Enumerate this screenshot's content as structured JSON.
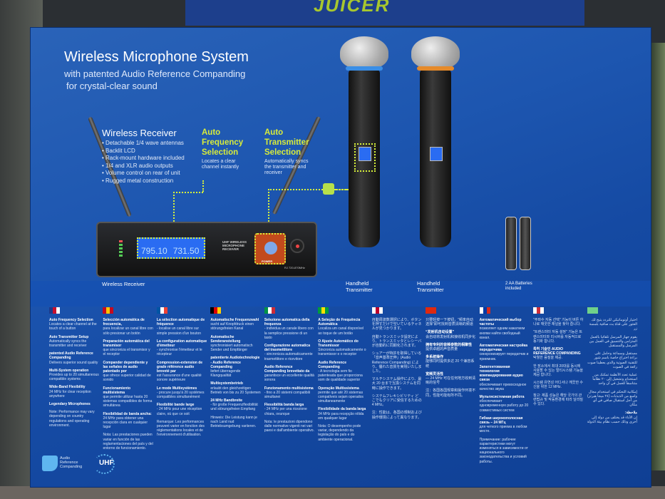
{
  "background": {
    "box_brand_partial": "JUICER"
  },
  "header": {
    "title": "Wireless Microphone System",
    "subtitle_line1": "with patented Audio Reference Companding",
    "subtitle_line2": "for crystal-clear sound"
  },
  "receiver_features": {
    "heading": "Wireless Receiver",
    "items": [
      "Detachable 1/4 wave antennas",
      "Backlit LCD",
      "Rack-mount hardware included",
      "1/4 and XLR audio outputs",
      "Volume control on rear of unit",
      "Rugged metal construction"
    ]
  },
  "callouts": [
    {
      "title_lines": [
        "Auto",
        "Frequency",
        "Selection"
      ],
      "text": "Locates a clear channel instantly"
    },
    {
      "title_lines": [
        "Auto",
        "Transmitter",
        "Selection"
      ],
      "text": "Automatically syncs the transmitter and receiver"
    }
  ],
  "receiver_display": {
    "freq_a": "795.10",
    "freq_b": "731.50",
    "label": "UHF WIRELESS MICROPHONE RECEIVER",
    "power": "POWER",
    "model": "RJ 720-870MHz"
  },
  "captions": {
    "receiver": "Wireless Receiver",
    "mic1": "Handheld Transmitter",
    "mic2": "Handheld Transmitter",
    "batteries": "2 AA Batteries included"
  },
  "colors": {
    "box_blue": "#1d56b0",
    "accent_green": "#d8ec3a",
    "lcd_blue": "#2a6cf2",
    "mic1_ring": "#3a8ee6",
    "mic2_ring": "#e58a2a"
  },
  "languages": [
    {
      "flag": [
        "#1e3a8a",
        "#c8102e",
        "#fff"
      ],
      "paras": [
        {
          "b": "Auto Frequency Selection",
          "t": "Locates a clear channel at the touch of a button"
        },
        {
          "b": "Auto Transmitter Setup",
          "t": "Automatically syncs the transmitter and receiver"
        },
        {
          "b": "patented Audio Reference Companding",
          "t": "Delivers superior sound quality"
        },
        {
          "b": "Multi-System operation",
          "t": "Provides up to 20 simultaneous compatible systems"
        },
        {
          "b": "Wide-Band Flexibility",
          "t": "24 MHz for clear reception anywhere"
        },
        {
          "b": "Legendary Microphones",
          "t": ""
        },
        {
          "b": "",
          "t": "Note: Performance may vary depending on country regulations and operating environment."
        }
      ]
    },
    {
      "flag": [
        "#c60b1e",
        "#ffc400",
        "#c60b1e"
      ],
      "paras": [
        {
          "b": "Selección automática de frecuencia,",
          "t": "para localizar un canal libre con sólo presionar un botón"
        },
        {
          "b": "Preparación automática del transmisor",
          "t": "que sincroniza el transmisor y el receptor"
        },
        {
          "b": "Compander dependiente y las señales de audio patentado por",
          "t": "que ofrece superior calidad de sonido"
        },
        {
          "b": "Funcionamiento multisistema",
          "t": "que permite utilizar hasta 20 sistemas compatibles de forma simultánea"
        },
        {
          "b": "Flexibilidad de banda ancha:",
          "t": "24 MHz para obtener una recepción clara en cualquier lugar"
        },
        {
          "b": "",
          "t": "Nota: Las prestaciones pueden variar en función de las reglamentaciones del país y del entorno de funcionamiento."
        }
      ]
    },
    {
      "flag": [
        "#0055a4",
        "#fff",
        "#ef4135"
      ],
      "paras": [
        {
          "b": "La sélection automatique de fréquence",
          "t": "- localise un canal libre sur simple pression d'un bouton"
        },
        {
          "b": "La configuration automatique d'émetteur",
          "t": "- synchronise l'émetteur et le récepteur"
        },
        {
          "b": "Compression-extension de grade référence audio breveté par",
          "t": "est l'assurance d'une qualité sonore supérieure"
        },
        {
          "b": "Le mode Multisystèmes",
          "t": "- procure jusqu'à 20 systèmes compatibles simultanément"
        },
        {
          "b": "Flexibilité bande large",
          "t": "- 24 MHz pour une réception claire, où que ce soit"
        },
        {
          "b": "",
          "t": "Remarque: Les performances peuvent varier en fonction des réglementations locales et de l'environnement d'utilisation."
        }
      ]
    },
    {
      "flag": [
        "#000",
        "#dd0000",
        "#ffce00"
      ],
      "paras": [
        {
          "b": "Automatische Frequenzwahl",
          "t": "sucht auf Knopfdruck einen störungsfreien Kanal"
        },
        {
          "b": "Automatische Senderanstellung",
          "t": "synchronisiert automatisch Sender und Empfänger"
        },
        {
          "b": "patentierte Audiotechnologie - Audio Reference Companding",
          "t": "liefert überragende Klangqualität"
        },
        {
          "b": "Multisystembetrieb",
          "t": "erlaubt den gleichzeitigen Betrieb von bis zu 20 Systemen"
        },
        {
          "b": "24 MHz Bandbreite",
          "t": "- für große Frequenzflexibilität und störungsfreien Empfang"
        },
        {
          "b": "",
          "t": "Hinweis: Die Leistung kann je nach Land nud Betriebsumgebung variieren."
        }
      ]
    },
    {
      "flag": [
        "#009246",
        "#fff",
        "#ce2b37"
      ],
      "paras": [
        {
          "b": "Selezione automatica della frequenza",
          "t": "- individua un canale libero con la semplice pressione di un tasto"
        },
        {
          "b": "Configurazione automatica del trasmettitore",
          "t": "- sincronizza automaticamente trasmettitore e ricevitore"
        },
        {
          "b": "Audio Reference Companding brevettato da",
          "t": "garantisce un eccellente qualità sonora"
        },
        {
          "b": "Funzionamento multisistema",
          "t": "- fino a 20 sistemi compatibili simultanei"
        },
        {
          "b": "Flessibilità banda larga",
          "t": "- 24 MHz per una ricezione chiara, ovunque"
        },
        {
          "b": "",
          "t": "Nota: le prestazioni dipendono dalle normative vigenti nei vari paesi e dall'ambiente operativo."
        }
      ]
    },
    {
      "flag": [
        "#009c3b",
        "#ffdf00",
        "#009c3b"
      ],
      "paras": [
        {
          "b": "A Seleção de Frequência Automática",
          "t": "Localiza um canal disponível ao toque de um botão"
        },
        {
          "b": "O Ajuste Automático do Transmissor",
          "t": "Sincroniza automaticamente o transmissor e o receptor"
        },
        {
          "b": "Audio Reference Companding",
          "t": "- A tecnologia sem fio patenteada que proporciona som de qualidade superior"
        },
        {
          "b": "Operação Multissistema",
          "t": "permite que até 20 sistemas compatíveis sejam operados simultaneamente"
        },
        {
          "b": "Flexibilidade da banda larga",
          "t": "24 MHz para recepção nítida em qualquer lugar"
        },
        {
          "b": "",
          "t": "Nota: O desempenho pode variar, dependendo da legislação do país e do ambiente operacional."
        }
      ]
    },
    {
      "flag": [
        "#fff",
        "#bc002d",
        "#fff"
      ],
      "paras": [
        {
          "b": "",
          "t": "自動周波数選択により、ボタンを押すだけで空いているチャネルが見つかります。"
        },
        {
          "b": "",
          "t": "自動トランスミッタ設定により、トランスミッタとレシーバが自動的に同期化されます。"
        },
        {
          "b": "",
          "t": "シュアーが特許を取得している「音声基準圧伸」(Audio Reference Companding) により、優れた音質を実現いたしました。"
        },
        {
          "b": "",
          "t": "マルチシステム操作により、最大 20 台まで互換システムを同時に操作できます。"
        },
        {
          "b": "",
          "t": "システムフレキシビリティ どこでもクリアに受信するための 4 MHz。"
        },
        {
          "b": "",
          "t": "注：性能は、各国の規制および操作環境によって異なります。"
        }
      ]
    },
    {
      "flag": [
        "#de2910",
        "#de2910",
        "#de2910"
      ],
      "paras": [
        {
          "b": "",
          "t": "只要轻按一下按钮，“频率自动选择”即可找到音质清晰的频道"
        },
        {
          "b": "“发射机自动设置”",
          "t": "会自动将发射机和接收机同步化"
        },
        {
          "b": "拥有专利的音频参数的相聚性",
          "t": "提供卓越的声音质量"
        },
        {
          "b": "多系统操作",
          "t": "能够同时提供多达 20 个兼容系统"
        },
        {
          "b": "宽频灵活性",
          "t": "— 24 MHz 可在任何地方收到清晰的信号"
        },
        {
          "b": "",
          "t": "注：各国各国规章和操作环境不同，性能可能有所不同。"
        }
      ]
    },
    {
      "flag": [
        "#fff",
        "#0039a6",
        "#d52b1e"
      ],
      "paras": [
        {
          "b": "Автоматический выбор частоты",
          "t": "позволяет одним нажатием кнопки найти свободный канал."
        },
        {
          "b": "Автоматическая настройка передатчика",
          "t": "синхронизирует передатчик и приемник."
        },
        {
          "b": "Запатентованная технология компандирования аудио связи",
          "t": "обеспечивает превосходное качество звука"
        },
        {
          "b": "Мультисистемная работа",
          "t": "обеспечивает одновременную работу до 20 совместимых систем"
        },
        {
          "b": "Гибкая широкополосная связь – 24 МГц",
          "t": "для четкого приема в любом месте."
        },
        {
          "b": "",
          "t": "Примечание: рабочие характеристики могут изменяться в зависимости от национального законодательства и условий работы."
        }
      ]
    },
    {
      "flag": [
        "#fff",
        "#cd2e3a",
        "#fff"
      ],
      "paras": [
        {
          "b": "",
          "t": "\"주파수 자동 선택\" 기능이 버튼 하나로 깨끗한 채널을 찾아 줍니다."
        },
        {
          "b": "",
          "t": "\"트랜스미터 자동 설정\" 기능은 트랜스미터와 리시버를 자동적으로 동기화 합니다."
        },
        {
          "b": "특허 기술인 AUDIO REFERENCE COMPANDING",
          "t": "탁월한 음질을 제공."
        },
        {
          "b": "",
          "t": "한 장소에서 최대 20대를 동시에 사용할 수 있는 멀티시스템 기능을 제공 합니다."
        },
        {
          "b": "",
          "t": "시스템 유연성 어디서나 깨끗한 수신을 위한 12 MHz."
        },
        {
          "b": "",
          "t": "참고: 제품 성능은 해당 국가의 관련법규 및 작동환경에 따라 달라질 수 있다."
        }
      ]
    },
    {
      "flag": [
        "#6fd18a",
        "#6fd18a",
        "#6fd18a"
      ],
      "paras": [
        {
          "b": "",
          "t": "اختيار أوتوماتيكي للتردد يتيح لك العثور على قناة بث صافية بلمسة زر"
        },
        {
          "b": "",
          "t": "يقوم جهاز المرسل تلقائيا بالعمل المتزامن والتنسيق في العمل بين المرسل والمستقبل"
        },
        {
          "b": "",
          "t": "مستقبل وسماعة وحامل على براءة اختراع خاصة باسم شور للتقنية الصوتية والذي يعطينا صوت رائعة في الصوت"
        },
        {
          "b": "",
          "t": "عملية تعدد الأنظمة تمكنك من استخدام وتشغيل إلى ٢٠ نظاماً متناسقاً للعمل في آن واحد"
        },
        {
          "b": "",
          "t": "إمكانية التحكم في استخدام مجال واسع من الذبذبات (٢٤ ميجا هيرتز) من أجل استقبال صافي في أي مكان"
        },
        {
          "b": "ملاحظة:",
          "t": "إن الأداء قد يختلف من دولة إلى أخرى وذلك حسب نظام بيئة الدولة"
        }
      ]
    }
  ],
  "footer": {
    "logo_text": "Audio Reference Companding",
    "uhf": "UHF"
  }
}
